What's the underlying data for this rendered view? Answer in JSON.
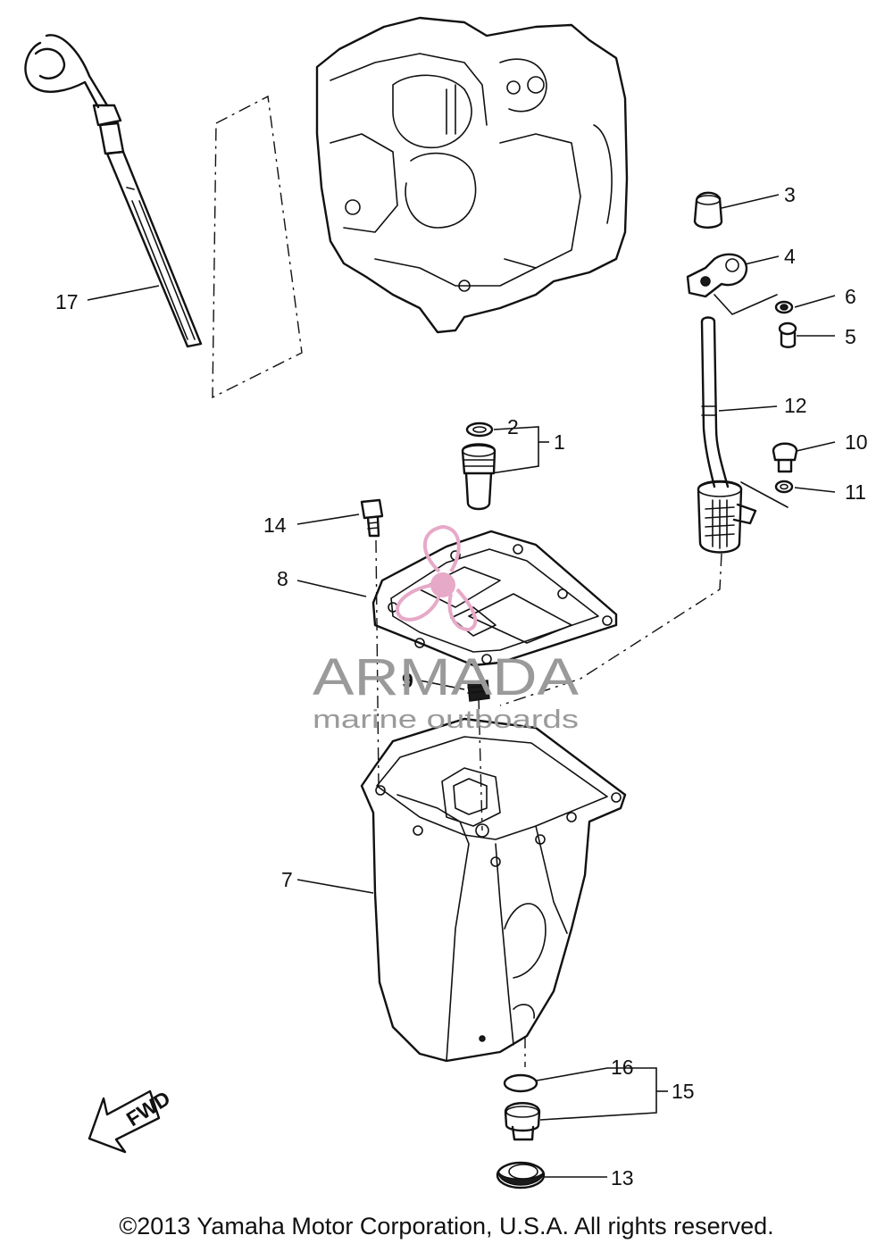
{
  "parts": [
    {
      "id": "label-1",
      "text": "1"
    },
    {
      "id": "label-2",
      "text": "2"
    },
    {
      "id": "label-3",
      "text": "3"
    },
    {
      "id": "label-4",
      "text": "4"
    },
    {
      "id": "label-5",
      "text": "5"
    },
    {
      "id": "label-6",
      "text": "6"
    },
    {
      "id": "label-7",
      "text": "7"
    },
    {
      "id": "label-8",
      "text": "8"
    },
    {
      "id": "label-9",
      "text": "9"
    },
    {
      "id": "label-10",
      "text": "10"
    },
    {
      "id": "label-11",
      "text": "11"
    },
    {
      "id": "label-12",
      "text": "12"
    },
    {
      "id": "label-13",
      "text": "13"
    },
    {
      "id": "label-14",
      "text": "14"
    },
    {
      "id": "label-15",
      "text": "15"
    },
    {
      "id": "label-16",
      "text": "16"
    },
    {
      "id": "label-17",
      "text": "17"
    }
  ],
  "fwd_arrow": {
    "text": "FWD"
  },
  "watermark": {
    "brand": "ARMADA",
    "tagline": "marine outboards",
    "color": "#9a9a9a",
    "icon_color": "#e7a9c8"
  },
  "copyright": "©2013 Yamaha Motor Corporation, U.S.A. All rights reserved."
}
